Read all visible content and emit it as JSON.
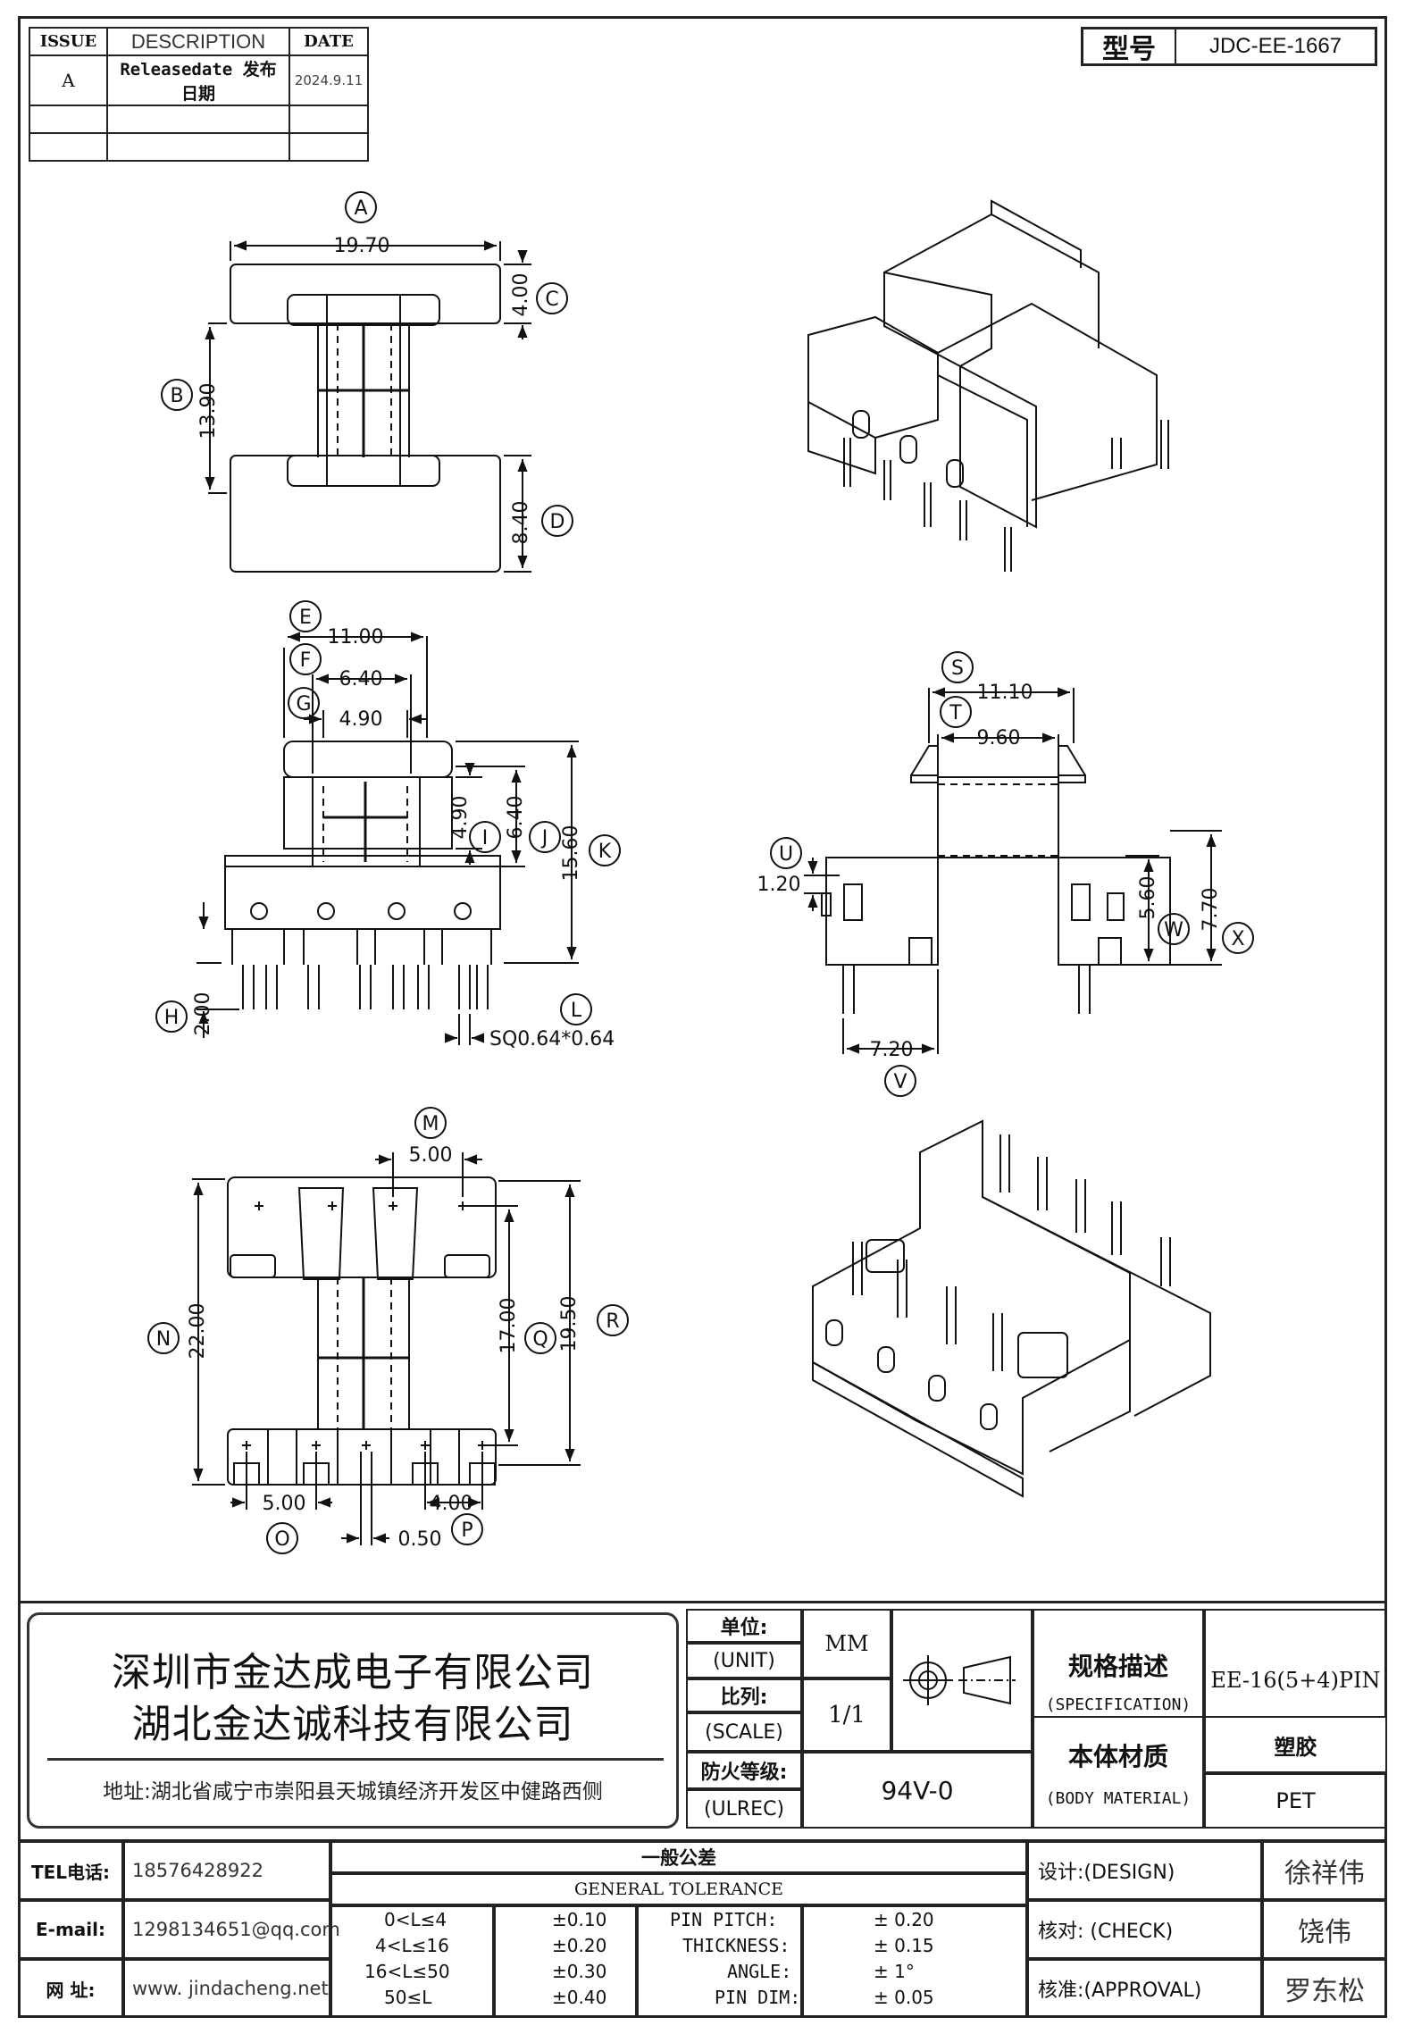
{
  "revision": {
    "headers": {
      "issue": "ISSUE",
      "description": "DESCRIPTION",
      "date": "DATE"
    },
    "rows": [
      {
        "issue": "A",
        "description": "Releasedate 发布日期",
        "date": "2024.9.11"
      },
      {
        "issue": "",
        "description": "",
        "date": ""
      },
      {
        "issue": "",
        "description": "",
        "date": ""
      }
    ]
  },
  "model": {
    "label": "型号",
    "value": "JDC-EE-1667"
  },
  "views": {
    "top": {
      "A": "A",
      "A_val": "19.70",
      "B": "B",
      "B_val": "13.90",
      "C": "C",
      "C_val": "4.00",
      "D": "D",
      "D_val": "8.40"
    },
    "front": {
      "E": "E",
      "E_val": "11.00",
      "F": "F",
      "F_val": "6.40",
      "G": "G",
      "G_val": "4.90",
      "I": "I",
      "I_val": "4.90",
      "J": "J",
      "J_val": "6.40",
      "K": "K",
      "K_val": "15.60",
      "H": "H",
      "H_val": "2.00",
      "L": "L",
      "L_val": "SQ0.64*0.64"
    },
    "side": {
      "S": "S",
      "S_val": "11.10",
      "T": "T",
      "T_val": "9.60",
      "U": "U",
      "U_val": "1.20",
      "W": "W",
      "W_val": "5.60",
      "X": "X",
      "X_val": "7.70",
      "V": "V",
      "V_val": "7.20"
    },
    "bottom": {
      "M": "M",
      "M_val": "5.00",
      "N": "N",
      "N_val": "22.00",
      "Q": "Q",
      "Q_val": "17.00",
      "R": "R",
      "R_val": "19.50",
      "O": "O",
      "O_val": "5.00",
      "P": "P",
      "P_val": "4.00",
      "P2_val": "0.50"
    }
  },
  "titleblock": {
    "company1": "深圳市金达成电子有限公司",
    "company2": "湖北金达诚科技有限公司",
    "address": "地址:湖北省咸宁市崇阳县天城镇经济开发区中健路西侧",
    "unit_cn": "单位:",
    "unit_en": "(UNIT)",
    "unit_val": "MM",
    "scale_cn": "比列:",
    "scale_en": "(SCALE)",
    "scale_val": "1/1",
    "fire_cn": "防火等级:",
    "fire_en": "(ULREC)",
    "fire_val": "94V-0",
    "spec_cn": "规格描述",
    "spec_en": "(SPECIFICATION)",
    "spec_val": "EE-16(5+4)PIN",
    "mat_cn": "本体材质",
    "mat_en": "(BODY MATERIAL)",
    "mat_val_cn": "塑胶",
    "mat_val_en": "PET",
    "tel_label": "TEL电话:",
    "tel": "18576428922",
    "email_label": "E-mail:",
    "email": "1298134651@qq.com",
    "web_label": "网  址:",
    "web": "www. jindacheng.net",
    "tol_cn": "一般公差",
    "tol_en": "GENERAL TOLERANCE",
    "tol": [
      {
        "range": "0<L≤4",
        "val": "±0.10",
        "k": "PIN PITCH:",
        "kv": "± 0.20"
      },
      {
        "range": "4<L≤16",
        "val": "±0.20",
        "k": "THICKNESS:",
        "kv": "± 0.15"
      },
      {
        "range": "16<L≤50",
        "val": "±0.30",
        "k": "ANGLE:",
        "kv": "± 1°"
      },
      {
        "range": "50≤L",
        "val": "±0.40",
        "k": "PIN DIM:",
        "kv": "± 0.05"
      }
    ],
    "design_label": "设计:(DESIGN)",
    "design": "徐祥伟",
    "check_label": "核对: (CHECK)",
    "check": "饶伟",
    "approval_label": "核准:(APPROVAL)",
    "approval": "罗东松"
  }
}
